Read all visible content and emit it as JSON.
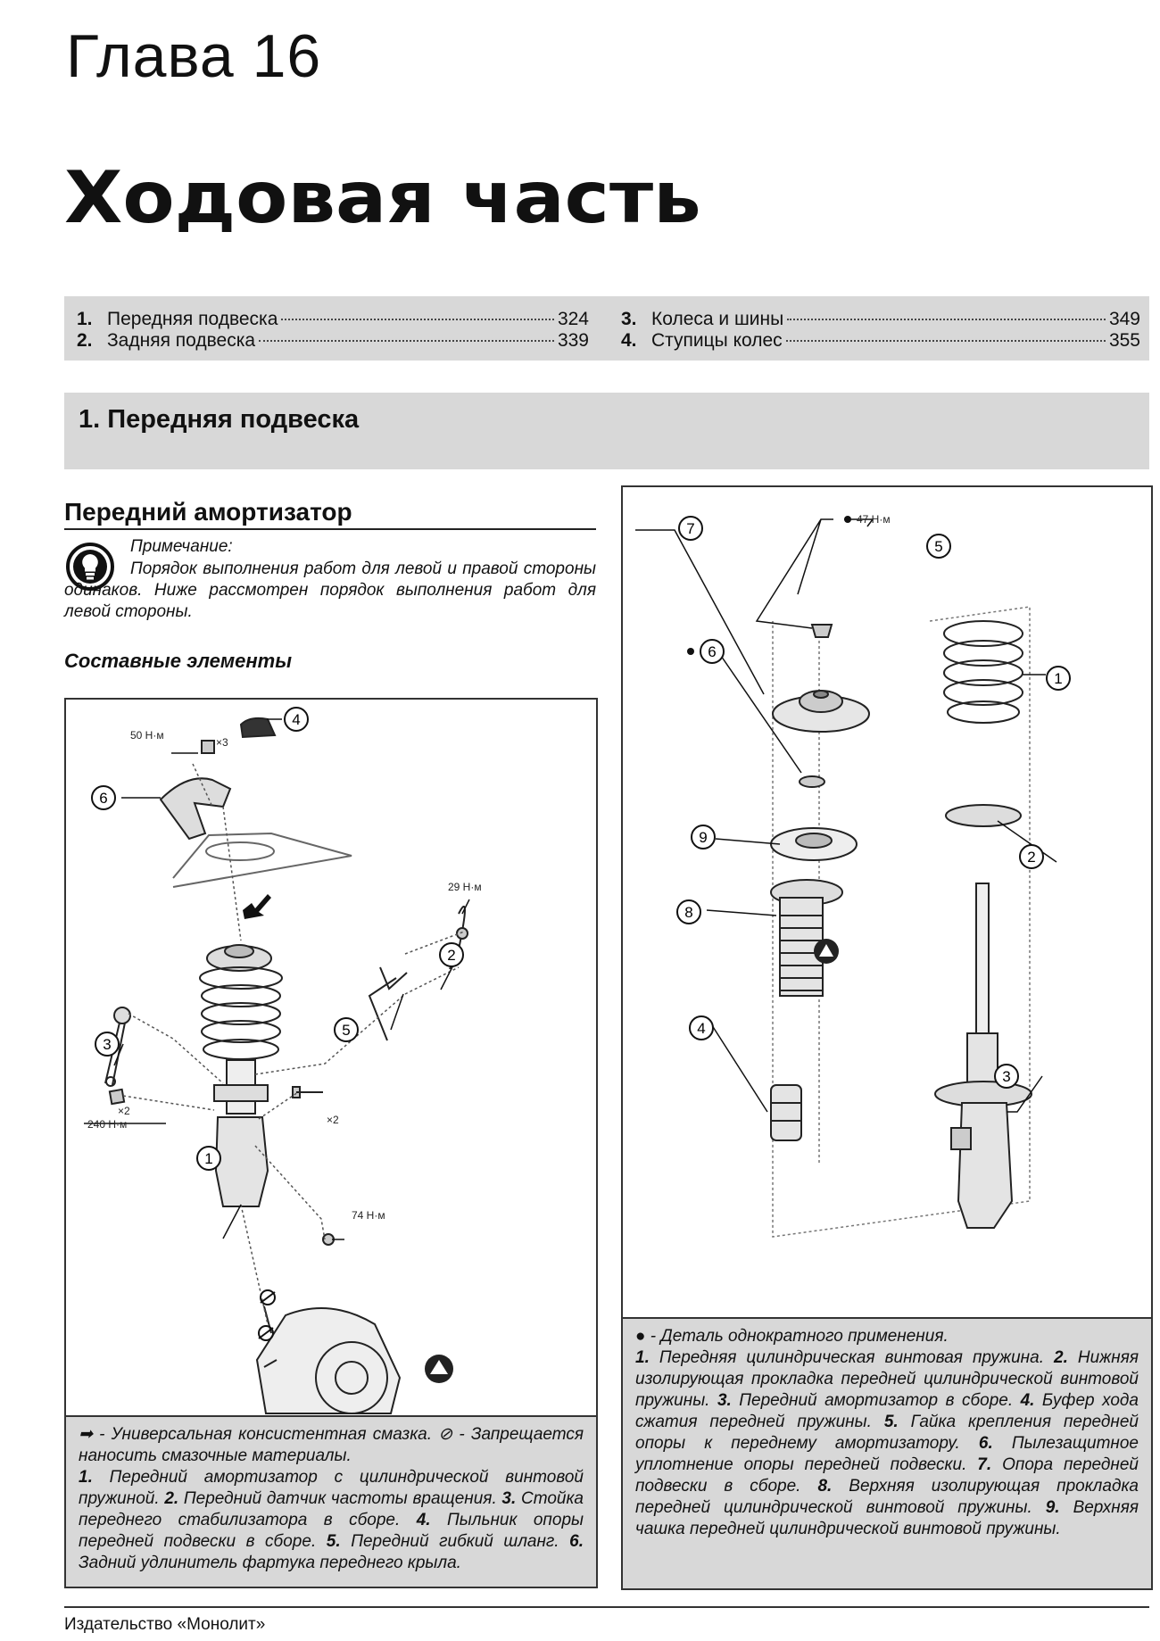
{
  "header": {
    "chapter": "Глава 16",
    "title": "Ходовая часть"
  },
  "toc": [
    {
      "num": "1.",
      "label": "Передняя подвеска",
      "page": "324"
    },
    {
      "num": "2.",
      "label": "Задняя подвеска",
      "page": "339"
    },
    {
      "num": "3.",
      "label": "Колеса и шины",
      "page": "349"
    },
    {
      "num": "4.",
      "label": "Ступицы колес",
      "page": "355"
    }
  ],
  "section": {
    "num": "1.",
    "title": "Передняя подвеска"
  },
  "subsection": {
    "title": "Передний амортизатор"
  },
  "note": {
    "icon": "lightbulb-icon",
    "label": "Примечание:",
    "text": "Порядок выполнения работ для левой и правой стороны одинаков. Ниже рассмотрен порядок выполнения работ для левой стороны."
  },
  "components_heading": "Составные элементы",
  "left_figure": {
    "torques": {
      "t50": "50 Н·м",
      "t29": "29 Н·м",
      "t74": "74 Н·м",
      "t240": "240 Н·м"
    },
    "multipliers": {
      "x3": "×3",
      "x2a": "×2",
      "x2b": "×2"
    },
    "callouts": [
      "1",
      "2",
      "3",
      "4",
      "5",
      "6"
    ],
    "caption": {
      "legend_grease": " - Универсальная консистентная смазка. ",
      "legend_nogrease": " - Запрещается наносить смазочные материалы.",
      "items": [
        {
          "n": "1.",
          "t": " Передний амортизатор с цилиндрической винтовой пружиной. "
        },
        {
          "n": "2.",
          "t": " Передний датчик частоты вращения. "
        },
        {
          "n": "3.",
          "t": " Стойка переднего стабилизатора в сборе. "
        },
        {
          "n": "4.",
          "t": " Пыльник опоры передней подвески в сборе. "
        },
        {
          "n": "5.",
          "t": " Передний гибкий шланг. "
        },
        {
          "n": "6.",
          "t": " Задний удлинитель фартука переднего крыла."
        }
      ]
    }
  },
  "right_figure": {
    "torques": {
      "t47": "47 Н·м"
    },
    "callouts": [
      "1",
      "2",
      "3",
      "4",
      "5",
      "6",
      "7",
      "8",
      "9"
    ],
    "caption": {
      "legend_single_use": " - Деталь однократного применения.",
      "items": [
        {
          "n": "1.",
          "t": " Передняя цилиндрическая винтовая пружина. "
        },
        {
          "n": "2.",
          "t": " Нижняя изолирующая прокладка передней цилиндрической винтовой пружины. "
        },
        {
          "n": "3.",
          "t": " Передний амортизатор в сборе. "
        },
        {
          "n": "4.",
          "t": " Буфер хода сжатия передней пружины. "
        },
        {
          "n": "5.",
          "t": " Гайка крепления передней опоры к переднему амортизатору. "
        },
        {
          "n": "6.",
          "t": " Пылезащитное уплотнение опоры передней подвески. "
        },
        {
          "n": "7.",
          "t": " Опора передней подвески в сборе. "
        },
        {
          "n": "8.",
          "t": " Верхняя изолирующая прокладка передней цилиндрической винтовой пружины. "
        },
        {
          "n": "9.",
          "t": " Верхняя чашка передней цилиндрической винтовой пружины."
        }
      ]
    }
  },
  "footer": {
    "publisher": "Издательство «Монолит»"
  }
}
